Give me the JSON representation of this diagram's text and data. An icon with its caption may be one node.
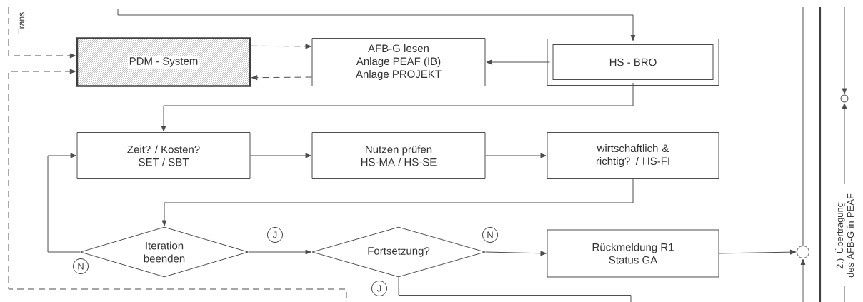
{
  "diagram": {
    "nodes": [
      {
        "text": [
          "PDM - System"
        ]
      },
      {
        "text": [
          "AFB-G lesen",
          "Anlage PEAF (IB)",
          "Anlage PROJEKT"
        ]
      },
      {
        "text": [
          "HS - BRO"
        ]
      },
      {
        "text": [
          "Zeit? / Kosten?",
          "SET / SBT"
        ]
      },
      {
        "text": [
          "Nutzen prüfen",
          "HS-MA / HS-SE"
        ]
      },
      {
        "text": [
          "wirtschaftlich & richtig? / HS-FI"
        ]
      },
      {
        "text": [
          "Iteration beenden"
        ]
      },
      {
        "text": [
          "Fortsetzung?"
        ]
      },
      {
        "text": [
          "Rückmeldung R1",
          "Status GA"
        ]
      },
      {
        "text": [],
        "shape": "circle"
      },
      {
        "text": [],
        "shape": "circle"
      }
    ],
    "edges": [
      {
        "from": null,
        "to": 2,
        "arrow": "to"
      },
      {
        "from": 2,
        "to": 1,
        "arrow": "to"
      },
      {
        "from": 0,
        "to": 1,
        "arrow": "to",
        "style": "dashed"
      },
      {
        "from": 1,
        "to": 0,
        "arrow": "to",
        "style": "dashed"
      },
      {
        "from": null,
        "to": 0,
        "arrow": "to",
        "style": "dashed"
      },
      {
        "from": null,
        "to": 0,
        "arrow": "to",
        "style": "dashed"
      },
      {
        "from": 2,
        "to": 3,
        "arrow": "to"
      },
      {
        "from": 3,
        "to": 4,
        "arrow": "to"
      },
      {
        "from": 4,
        "to": 5,
        "arrow": "to"
      },
      {
        "from": 5,
        "to": 6,
        "arrow": "to"
      },
      {
        "from": 6,
        "to": 3,
        "arrow": "to"
      },
      {
        "from": 6,
        "to": 7,
        "arrow": "to"
      },
      {
        "from": 7,
        "to": 8,
        "arrow": "to"
      },
      {
        "from": 7,
        "to": null,
        "arrow": "none"
      },
      {
        "from": 8,
        "to": 9,
        "arrow": "to"
      },
      {
        "from": null,
        "to": 9,
        "arrow": "to"
      },
      {
        "from": 9,
        "to": null,
        "arrow": "none"
      },
      {
        "from": null,
        "to": 10,
        "arrow": "to"
      },
      {
        "from": null,
        "to": 10,
        "arrow": "to"
      }
    ],
    "labels": [
      "Trans",
      "J",
      "N",
      "N",
      "J",
      "2.) Übertragung des AFB-G in PEAF"
    ]
  }
}
